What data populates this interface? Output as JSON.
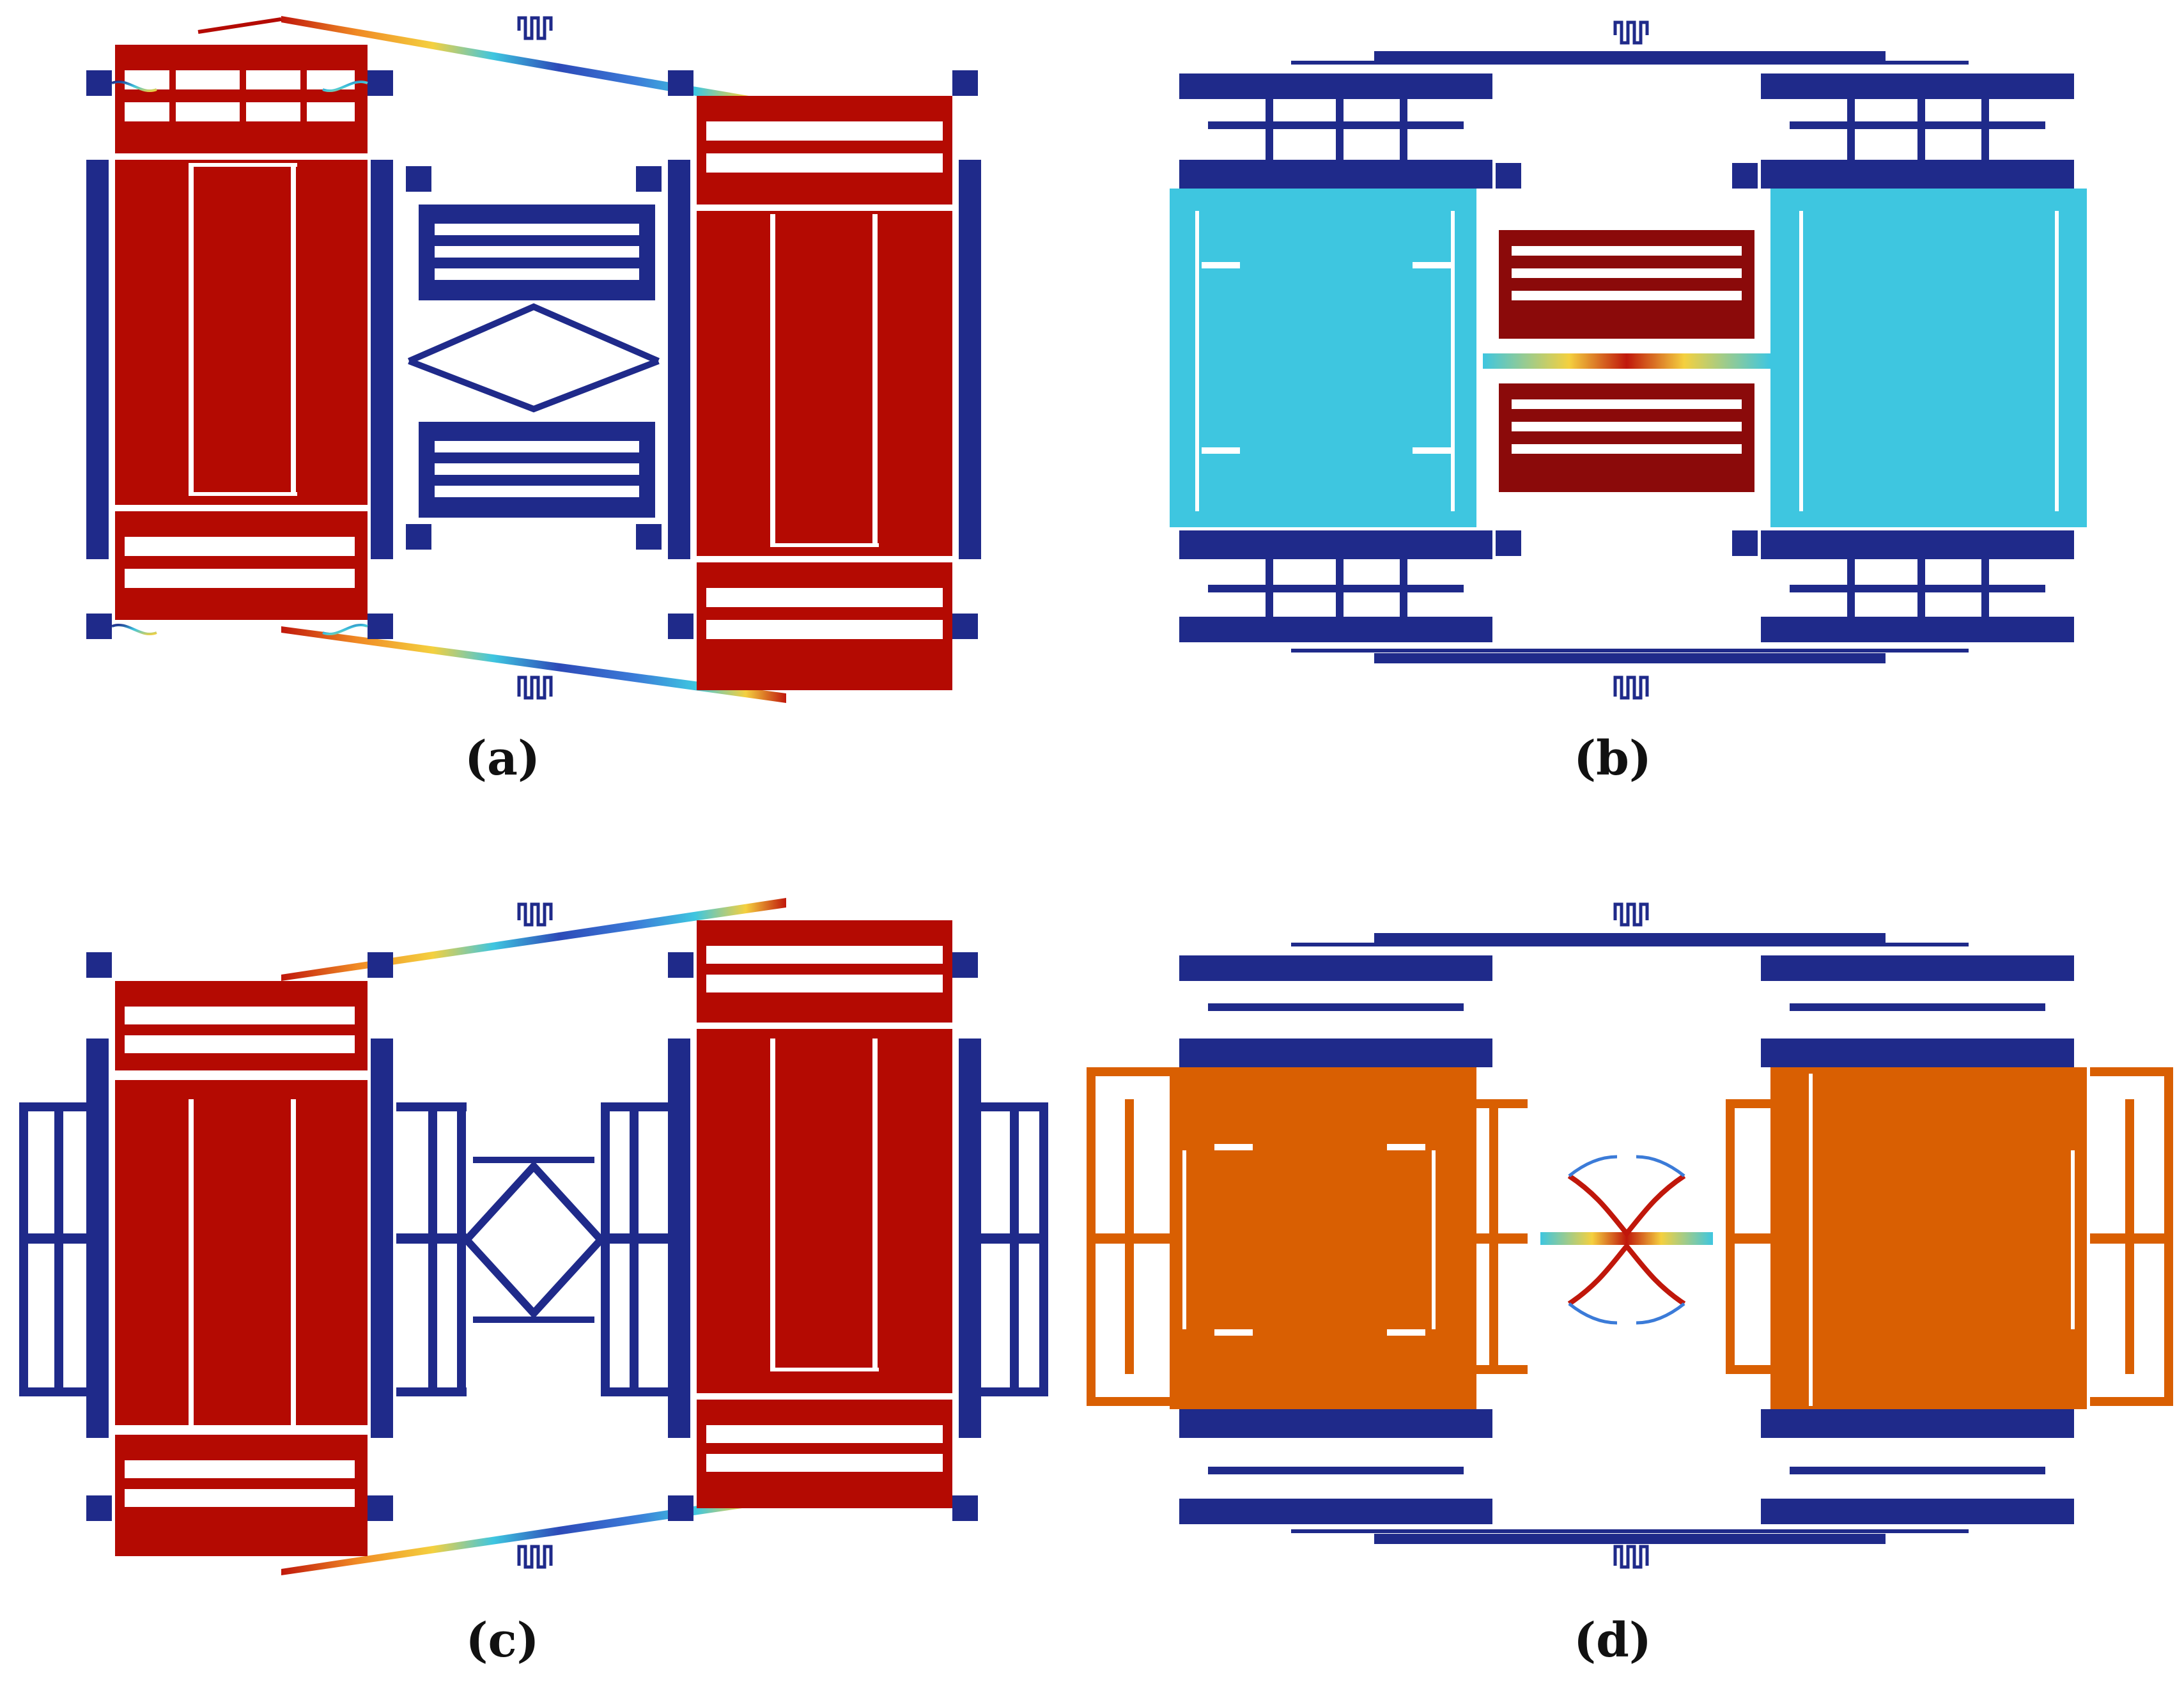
{
  "figure": {
    "panels": [
      {
        "id": "a",
        "label": "(a)",
        "mode": "seesaw-tilt",
        "mass_fill": "#b40a02"
      },
      {
        "id": "b",
        "label": "(b)",
        "mode": "translation",
        "mass_fill": "#3ec6e0"
      },
      {
        "id": "c",
        "label": "(c)",
        "mode": "seesaw-tilt",
        "mass_fill": "#b40a02"
      },
      {
        "id": "d",
        "label": "(d)",
        "mode": "translation",
        "mass_fill": "#d95f02"
      }
    ],
    "colors": {
      "frame": "#1f2a8a",
      "coupler_b": "#8b0a0a",
      "spring_gradient": [
        "#1f2a8a",
        "#3b7bd8",
        "#3ec6e0",
        "#9be15d",
        "#f4d03f",
        "#f08a24",
        "#c0170b"
      ]
    }
  }
}
